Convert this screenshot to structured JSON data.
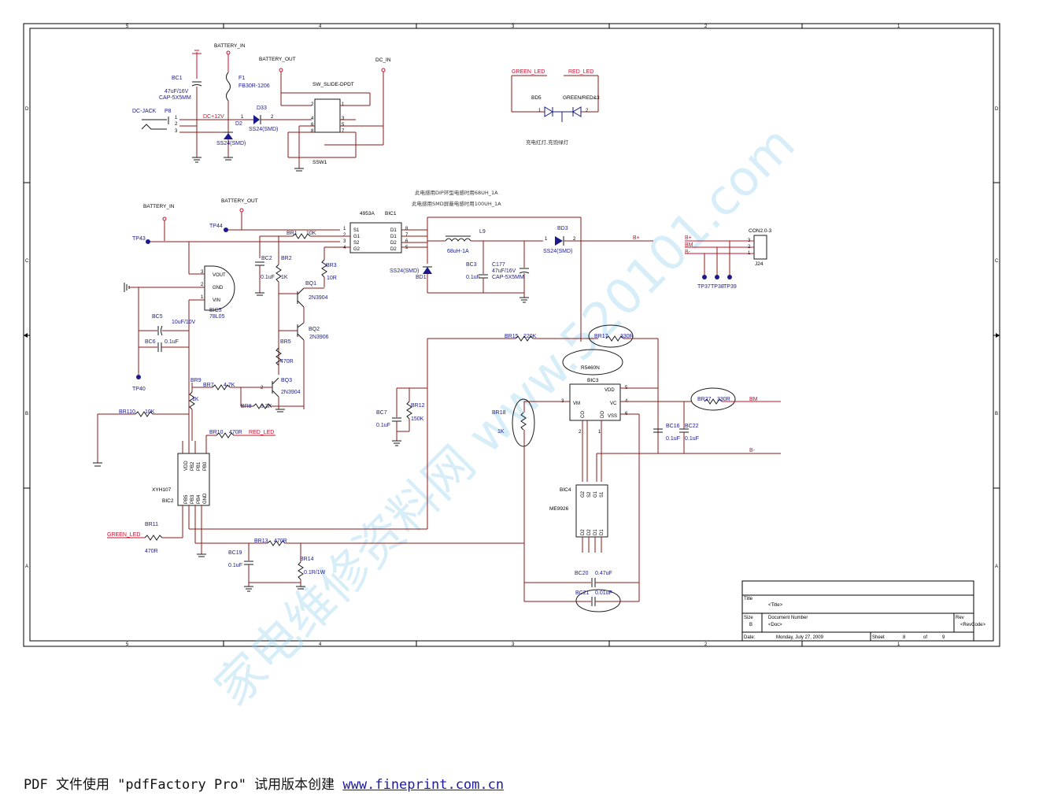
{
  "zones_top": [
    "5",
    "4",
    "3",
    "2",
    "1"
  ],
  "zones_side": [
    "D",
    "C",
    "B",
    "A"
  ],
  "labels": {
    "battery_in_1": "BATTERY_IN",
    "battery_out_1": "BATTERY_OUT",
    "dc_in": "DC_IN",
    "bc1": "BC1",
    "bc1_val": "47uF/16V",
    "bc1_pkg": "CAP-5X5MM",
    "f1": "F1",
    "f1_val": "FB30R-1206",
    "dc_jack": "DC-JACK",
    "p8": "P8",
    "dc12v": "DC+12V",
    "d2": "D2",
    "d2_val": "SS24(SMD)",
    "d33": "D33",
    "d33_val": "SS24(SMD)",
    "sw_slide": "SW_SLIDE-DPDT",
    "ssw1": "SSW1",
    "green_led_top": "GREEN_LED",
    "red_led_top": "RED_LED",
    "bd5": "BD5",
    "green_red": "GREEN/RED&3",
    "led_note": "充电红灯,充饱绿灯",
    "battery_in_2": "BATTERY_IN",
    "battery_out_2": "BATTERY_OUT",
    "note1": "此电感用DIP环型电感时用68UH_1A",
    "note2": "此电感用SMD屏蔽电感时用100UH_1A",
    "ic_4953a": "4953A",
    "bic1": "BIC1",
    "tp44": "TP44",
    "tp43": "TP43",
    "br1": "BR1",
    "br1_val": "10K",
    "bc2": "BC2",
    "bc2_val": "0.1uF",
    "br2": "BR2",
    "br2_val": "1K",
    "br3": "BR3",
    "br3_val": "10R",
    "bq1": "BQ1",
    "bq1_val": "2N3904",
    "bq2": "BQ2",
    "bq2_val": "2N3906",
    "vout": "VOUT",
    "gnd": "GND",
    "vin": "VIN",
    "bic5": "BIC5",
    "bic5_val": "78L05",
    "bc5": "BC5",
    "bc5_val": "10uF/10V",
    "bc6": "BC6",
    "bc6_val": "0.1uF",
    "tp40": "TP40",
    "br5": "BR5",
    "br5_val": "470R",
    "bq3": "BQ3",
    "bq3_val": "2N3904",
    "br9": "BR9",
    "br9_val": "1K",
    "br7": "BR7",
    "br7_val": "4.7K",
    "br8": "BR8",
    "br8_val": "3.3K",
    "br110": "BR110",
    "br110_val": "10K",
    "br10": "BR10",
    "br10_val": "470R",
    "red_led_net": "RED_LED",
    "xyh107": "XYH107",
    "bic2": "BIC2",
    "pins_top": [
      "VDD",
      "PB2",
      "PB1",
      "PB0"
    ],
    "pins_bot": [
      "PB5",
      "PB3",
      "PB4",
      "GND"
    ],
    "br11": "BR11",
    "br11_val": "470R",
    "green_led_net": "GREEN_LED",
    "l9": "L9",
    "l9_val": "68uH-1A",
    "bd3": "BD3",
    "bd3_val": "SS24(SMD)",
    "b_plus": "B+",
    "bd1_val": "SS24(SMD)",
    "bd1": "BD1",
    "bc3": "BC3",
    "bc3_val": "0.1uF",
    "c177": "C177",
    "c177_val": "47uF/16V",
    "c177_pkg": "CAP-5X5MM",
    "con": "CON2.0-3",
    "j24": "J24",
    "con_pins": [
      "B+",
      "BM",
      "B-"
    ],
    "tp37": "TP37",
    "tp38": "TP38",
    "tp39": "TP39",
    "br15": "BR15",
    "br15_val": "220K",
    "br17": "BR17",
    "br17_val": "330R",
    "r5460n": "R5460N",
    "bic3": "BIC3",
    "bic3_pins": [
      "VDD",
      "VM",
      "VC",
      "CO",
      "DO",
      "VSS"
    ],
    "br12": "BR12",
    "br12_val": "150K",
    "bc7": "BC7",
    "bc7_val": "0.1uF",
    "br18": "BR18",
    "br18_val": "1K",
    "bc16": "BC16",
    "bc16_val": "0.1uF",
    "bc22": "BC22",
    "bc22_val": "0.1uF",
    "br27": "BR27",
    "br27_val": "330R",
    "bm": "BM",
    "b_minus": "B-",
    "bic4": "BIC4",
    "me9926": "ME9926",
    "bic4_top": [
      "G2",
      "S2",
      "G1",
      "S1"
    ],
    "bic4_bot": [
      "D2",
      "D2",
      "D1",
      "D1"
    ],
    "br13": "BR13",
    "br13_val": "470R",
    "bc19": "BC19",
    "bc19_val": "0.1uF",
    "br14": "BR14",
    "br14_val": "0.1R/1W",
    "bc20": "BC20",
    "bc20_val": "0.47uF",
    "bc21": "BC21",
    "bc21_val": "0.01uF"
  },
  "title_block": {
    "title_label": "Title",
    "title_value": "<Title>",
    "size_label": "Size",
    "size_value": "B",
    "docnum_label": "Document Number",
    "docnum_value": "<Doc>",
    "rev_label": "Rev",
    "rev_value": "<RevCode>",
    "date_label": "Date:",
    "date_value": "Monday, July 27, 2009",
    "sheet_label": "Sheet",
    "sheet_value": "8",
    "of_label": "of",
    "of_value": "9"
  },
  "watermark": "家电维修资料网 www.520101.com",
  "footer": {
    "text": "PDF 文件使用 \"pdfFactory Pro\" 试用版本创建 ",
    "link": "www.fineprint.com.cn"
  }
}
